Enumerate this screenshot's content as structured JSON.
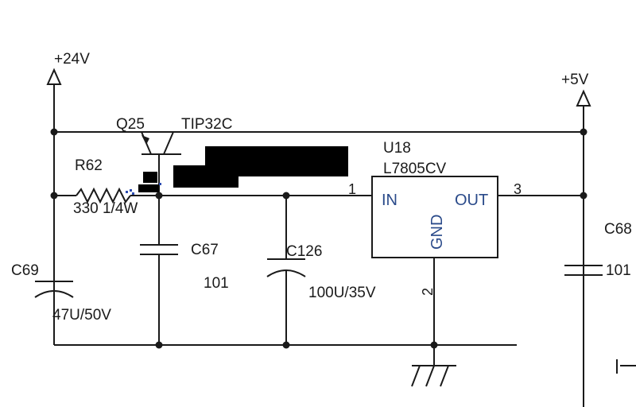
{
  "colors": {
    "wire": "#1a1a1a",
    "ic_text": "#2a4a8a",
    "redaction": "#000000",
    "blue_marks": "#2a4ab0"
  },
  "labels": {
    "v24": "+24V",
    "v5": "+5V",
    "q25": "Q25",
    "tip32c": "TIP32C",
    "r62": "R62",
    "r62_value": "330 1/4W",
    "c69": "C69",
    "c69_value": "47U/50V",
    "c67": "C67",
    "c67_value": "101",
    "c126": "C126",
    "c126_value": "100U/35V",
    "u18": "U18",
    "u18_part": "L7805CV",
    "in": "IN",
    "out": "OUT",
    "gnd": "GND",
    "pin1": "1",
    "pin2": "2",
    "pin3": "3",
    "c68": "C68",
    "c68_value": "101"
  }
}
